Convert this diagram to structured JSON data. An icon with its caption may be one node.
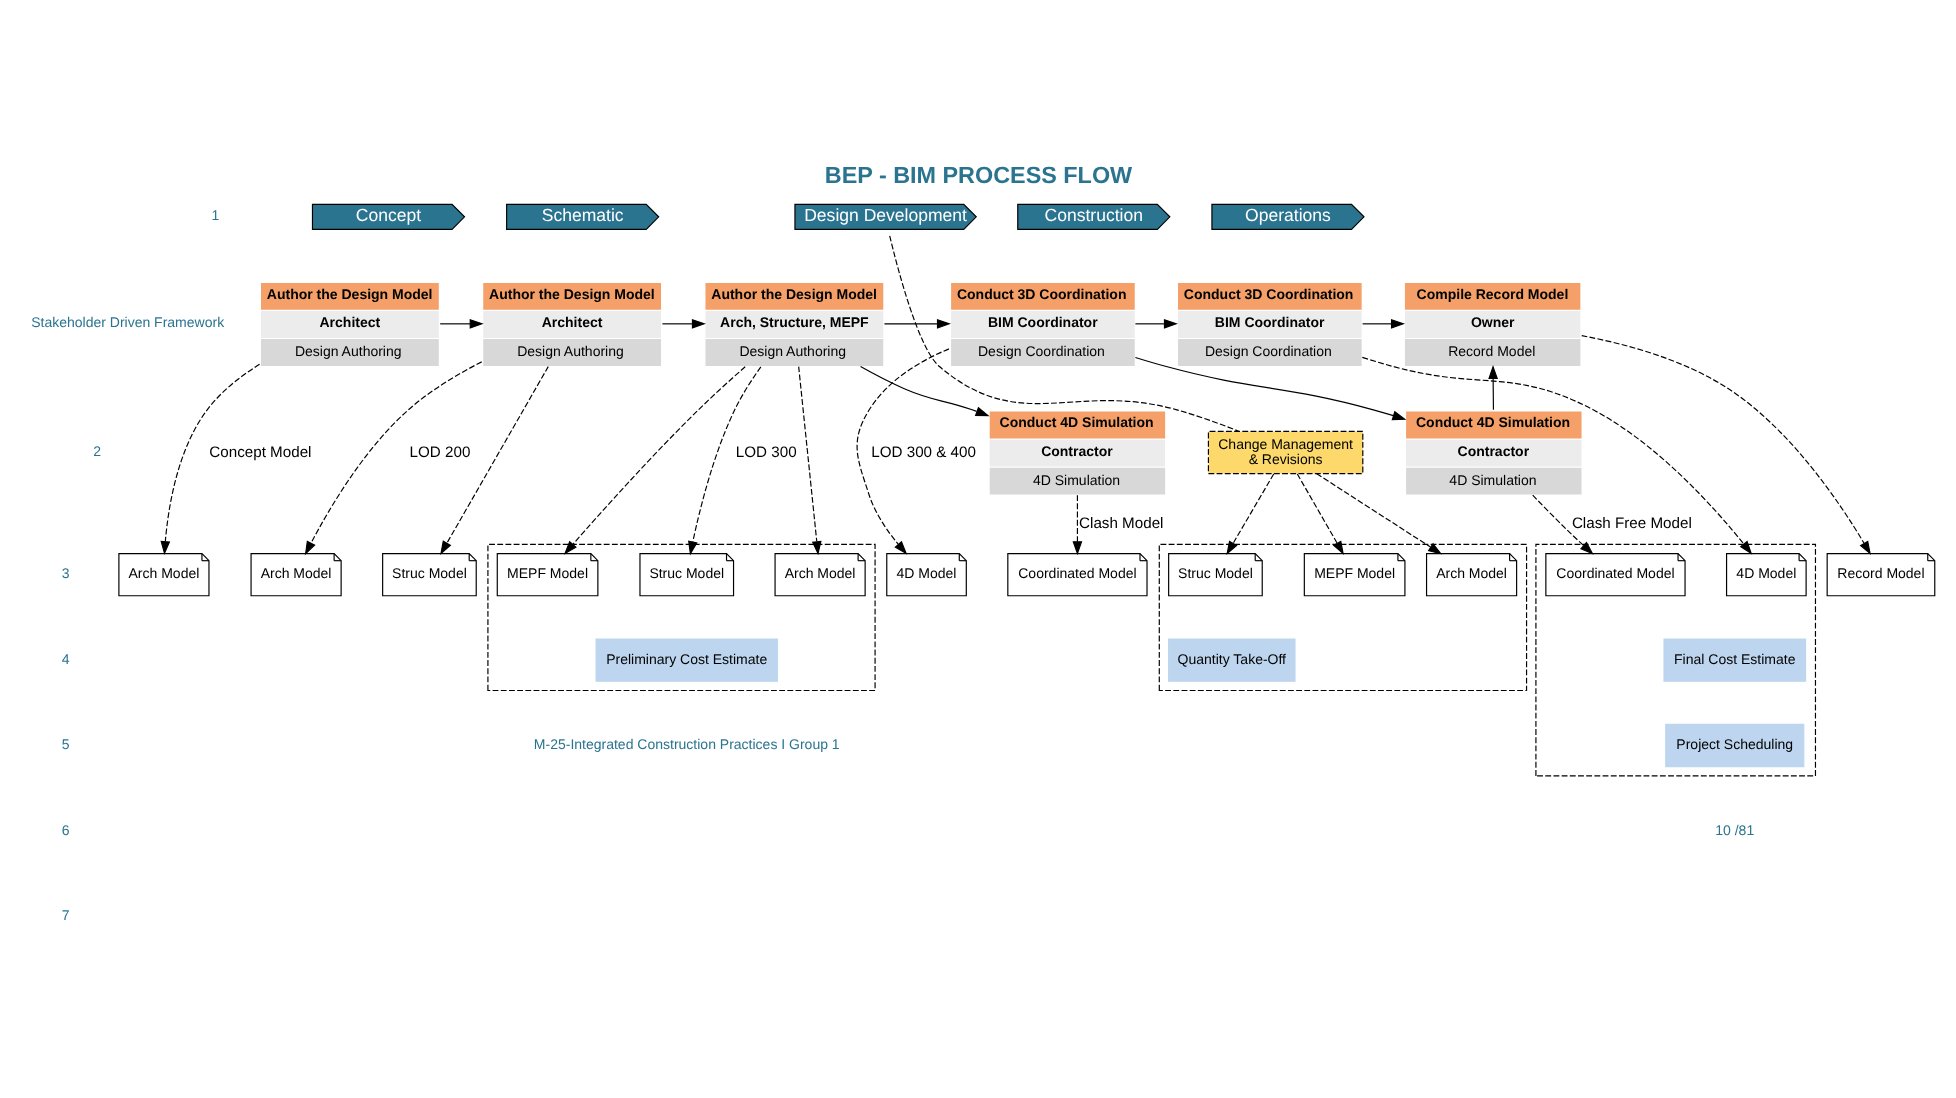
{
  "diagram": {
    "title": "BEP - BIM PROCESS FLOW",
    "nodes": [
      {
        "text": [
          "Concept"
        ]
      },
      {
        "text": [
          "Schematic"
        ]
      },
      {
        "text": [
          "Design Development"
        ]
      },
      {
        "text": [
          "Construction"
        ]
      },
      {
        "text": [
          "Operations"
        ]
      },
      {
        "text": [
          "Author the Design Model",
          "Architect",
          "Design Authoring"
        ]
      },
      {
        "text": [
          "Author the Design Model",
          "Architect",
          "Design Authoring"
        ]
      },
      {
        "text": [
          "Author the Design Model",
          "Arch, Structure, MEPF",
          "Design Authoring"
        ]
      },
      {
        "text": [
          "Conduct 3D Coordination",
          "BIM Coordinator",
          "Design Coordination"
        ]
      },
      {
        "text": [
          "Conduct 4D Simulation",
          "Contractor",
          "4D Simulation"
        ]
      },
      {
        "text": [
          "Conduct 3D Coordination",
          "BIM Coordinator",
          "Design Coordination"
        ]
      },
      {
        "text": [
          "Conduct 4D Simulation",
          "Contractor",
          "4D Simulation"
        ]
      },
      {
        "text": [
          "Compile Record Model",
          "Owner",
          "Record Model"
        ]
      },
      {
        "text": [
          "Change Management & Revisions"
        ]
      },
      {
        "text": [
          "Arch Model"
        ]
      },
      {
        "text": [
          "Arch Model"
        ]
      },
      {
        "text": [
          "Struc Model"
        ]
      },
      {
        "text": [],
        "shape": "box"
      },
      {
        "text": [
          "Arch Model"
        ],
        "in": 17
      },
      {
        "text": [
          "Struc Model"
        ],
        "in": 17
      },
      {
        "text": [
          "MEPF Model"
        ],
        "in": 17
      },
      {
        "text": [
          "Preliminary Cost Estimate"
        ],
        "in": 17
      },
      {
        "text": [
          "4D Model"
        ]
      },
      {
        "text": [
          "Coordinated Model"
        ]
      },
      {
        "text": [],
        "shape": "box"
      },
      {
        "text": [
          "Arch Model"
        ],
        "in": 24
      },
      {
        "text": [
          "Struc Model"
        ],
        "in": 24
      },
      {
        "text": [
          "MEPF Model"
        ],
        "in": 24
      },
      {
        "text": [
          "Quantity Take-Off"
        ],
        "in": 24
      },
      {
        "text": [],
        "shape": "box"
      },
      {
        "text": [
          "4D Model"
        ],
        "in": 29
      },
      {
        "text": [
          "Coordinated Model"
        ],
        "in": 29
      },
      {
        "text": [
          "Final Cost Estimate"
        ],
        "in": 29
      },
      {
        "text": [
          "Project Scheduling"
        ],
        "in": 29
      },
      {
        "text": [
          "Record Model"
        ]
      }
    ],
    "edges": [
      {
        "from": 5,
        "to": 6,
        "arrow": "to"
      },
      {
        "from": 6,
        "to": 7,
        "arrow": "to"
      },
      {
        "from": 7,
        "to": 8,
        "arrow": "to"
      },
      {
        "from": 7,
        "to": 9,
        "arrow": "to"
      },
      {
        "from": 8,
        "to": 10,
        "arrow": "to"
      },
      {
        "from": 8,
        "to": 11,
        "arrow": "to"
      },
      {
        "from": 10,
        "to": 12,
        "arrow": "to"
      },
      {
        "from": 11,
        "to": 12,
        "arrow": "to"
      },
      {
        "from": 5,
        "to": 14,
        "arrow": "to",
        "style": "dashed",
        "label": "Concept Model"
      },
      {
        "from": 6,
        "to": 15,
        "arrow": "to",
        "style": "dashed",
        "label": "LOD 200"
      },
      {
        "from": 6,
        "to": 16,
        "arrow": "to",
        "style": "dashed"
      },
      {
        "from": 7,
        "to": 18,
        "arrow": "to",
        "style": "dashed"
      },
      {
        "from": 7,
        "to": 19,
        "arrow": "to",
        "style": "dashed",
        "label": "LOD 300"
      },
      {
        "from": 7,
        "to": 20,
        "arrow": "to",
        "style": "dashed"
      },
      {
        "from": 8,
        "to": 22,
        "arrow": "to",
        "style": "dashed",
        "label": "LOD 300 & 400"
      },
      {
        "from": 9,
        "to": 23,
        "arrow": "to",
        "style": "dashed",
        "label": "Clash Model"
      },
      {
        "from": 2,
        "to": 13,
        "arrow": "none",
        "style": "dashed"
      },
      {
        "from": 13,
        "to": 25,
        "arrow": "to",
        "style": "dashed"
      },
      {
        "from": 13,
        "to": 26,
        "arrow": "to",
        "style": "dashed"
      },
      {
        "from": 13,
        "to": 27,
        "arrow": "to",
        "style": "dashed"
      },
      {
        "from": 10,
        "to": 30,
        "arrow": "to",
        "style": "dashed"
      },
      {
        "from": 11,
        "to": 31,
        "arrow": "to",
        "style": "dashed",
        "label": "Clash Free Model"
      },
      {
        "from": 12,
        "to": 34,
        "arrow": "to",
        "style": "dashed"
      }
    ],
    "labels": [
      "1",
      "Stakeholder Driven Framework",
      "2",
      "3",
      "4",
      "5",
      "6",
      "7",
      "M-25-Integrated Construction Practices I Group 1",
      "10 /81"
    ]
  }
}
